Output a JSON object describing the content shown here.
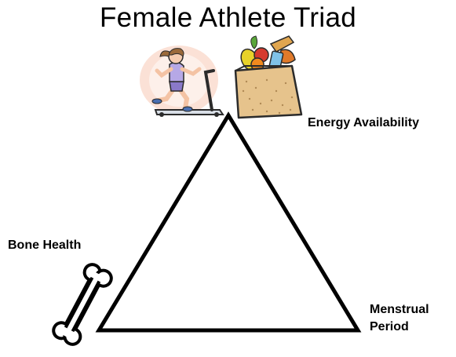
{
  "title": "Female Athlete Triad",
  "vertices": {
    "top": "Energy Availability",
    "left": "Bone Health",
    "right_line1": "Menstrual",
    "right_line2": "Period"
  },
  "icons": {
    "top_left": "woman-on-treadmill-icon",
    "top_right": "grocery-bag-icon",
    "bottom_left": "bone-icon"
  }
}
